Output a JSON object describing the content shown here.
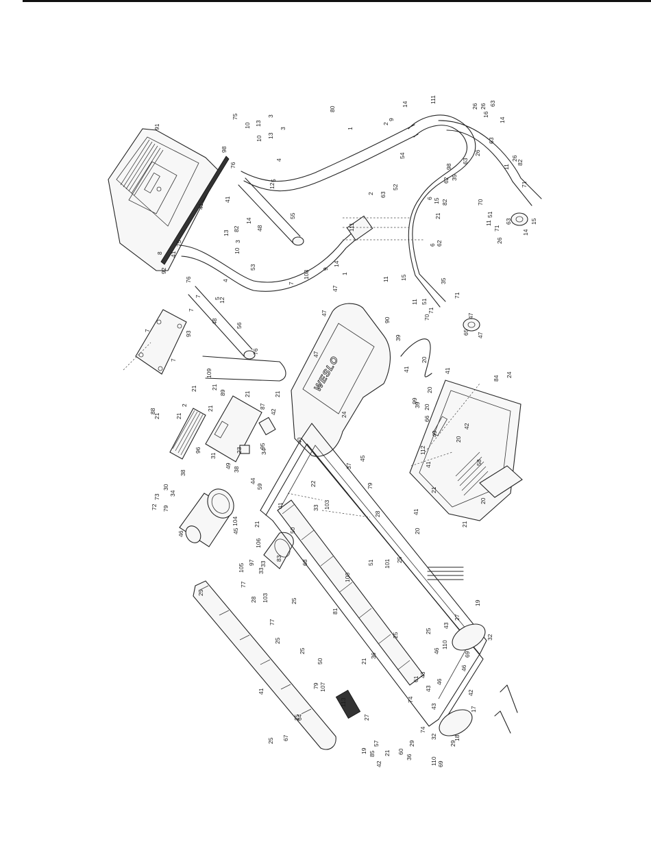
{
  "brand_logo_text": "WESLO",
  "colors": {
    "ink": "#222222",
    "paper": "#ffffff"
  },
  "callouts": [
    "91",
    "98",
    "75",
    "10",
    "13",
    "3",
    "10",
    "13",
    "3",
    "41",
    "4",
    "12",
    "5",
    "76",
    "55",
    "48",
    "14",
    "82",
    "3",
    "10",
    "13",
    "41",
    "92",
    "8",
    "75",
    "41",
    "53",
    "1",
    "14",
    "9",
    "111",
    "2",
    "7",
    "108",
    "76",
    "4",
    "12",
    "5",
    "7",
    "56",
    "48",
    "7",
    "93",
    "7",
    "7",
    "76",
    "109",
    "21",
    "2",
    "21",
    "21",
    "80",
    "1",
    "14",
    "9",
    "2",
    "111",
    "54",
    "98",
    "52",
    "63",
    "26",
    "16",
    "14",
    "63",
    "26",
    "63",
    "26",
    "63",
    "26",
    "82",
    "62",
    "35",
    "6",
    "15",
    "11",
    "71",
    "70",
    "51",
    "71",
    "11",
    "15",
    "14",
    "63",
    "26",
    "21",
    "82",
    "6",
    "62",
    "11",
    "15",
    "11",
    "35",
    "51",
    "71",
    "70",
    "71",
    "65",
    "47",
    "47",
    "47",
    "47",
    "47",
    "90",
    "24",
    "39",
    "20",
    "99",
    "20",
    "41",
    "84",
    "24",
    "39",
    "20",
    "66",
    "49",
    "41",
    "20",
    "58",
    "21",
    "112",
    "20",
    "41",
    "41",
    "20",
    "21",
    "42",
    "85",
    "57",
    "21",
    "89",
    "21",
    "87",
    "21",
    "42",
    "88",
    "21",
    "95",
    "34",
    "23",
    "40",
    "96",
    "31",
    "49",
    "44",
    "38",
    "59",
    "38",
    "34",
    "30",
    "73",
    "72",
    "79",
    "46",
    "45",
    "104",
    "21",
    "106",
    "83",
    "97",
    "105",
    "33",
    "77",
    "33",
    "28",
    "103",
    "25",
    "77",
    "41",
    "45",
    "37",
    "22",
    "33",
    "103",
    "28",
    "50",
    "79",
    "25",
    "51",
    "101",
    "100",
    "68",
    "81",
    "25",
    "25",
    "19",
    "27",
    "32",
    "110",
    "43",
    "69",
    "46",
    "43",
    "61",
    "46",
    "42",
    "21",
    "107",
    "74",
    "36",
    "25",
    "25",
    "50",
    "79",
    "25",
    "64",
    "41",
    "25",
    "67",
    "25",
    "113",
    "27",
    "19",
    "21",
    "42",
    "60",
    "36",
    "29",
    "74",
    "46",
    "43",
    "43",
    "32",
    "110",
    "69",
    "29",
    "18",
    "17"
  ]
}
